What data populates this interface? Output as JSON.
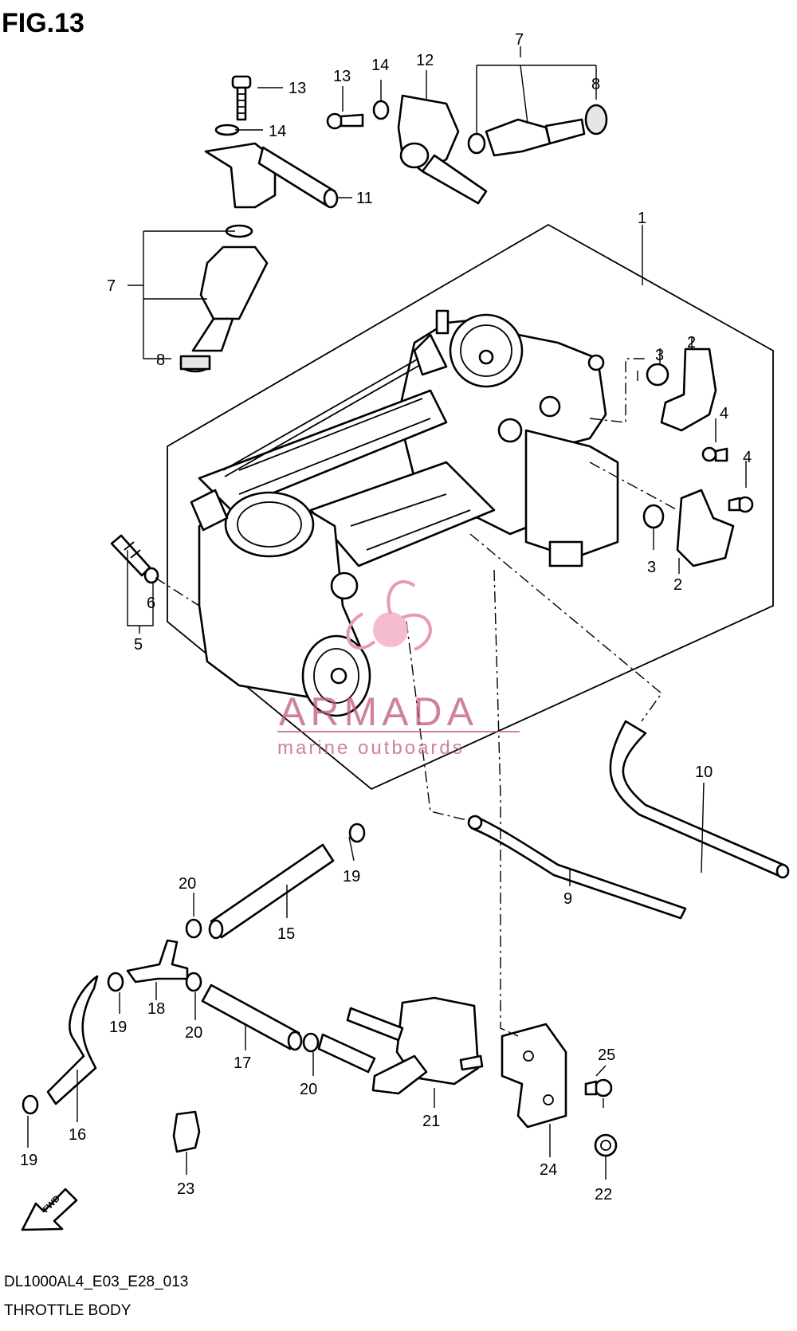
{
  "figure": {
    "title": "FIG.13"
  },
  "footer": {
    "code": "DL1000AL4_E03_E28_013",
    "name": "THROTTLE BODY"
  },
  "watermark": {
    "brand": "ARMADA",
    "tagline": "marine outboards",
    "color": "#c0587a"
  },
  "fwd_label": "FWD",
  "callouts": [
    {
      "id": "c1",
      "label": "1"
    },
    {
      "id": "c2a",
      "label": "2"
    },
    {
      "id": "c2b",
      "label": "2"
    },
    {
      "id": "c3a",
      "label": "3"
    },
    {
      "id": "c3b",
      "label": "3"
    },
    {
      "id": "c4a",
      "label": "4"
    },
    {
      "id": "c4b",
      "label": "4"
    },
    {
      "id": "c5",
      "label": "5"
    },
    {
      "id": "c6",
      "label": "6"
    },
    {
      "id": "c7a",
      "label": "7"
    },
    {
      "id": "c7b",
      "label": "7"
    },
    {
      "id": "c8a",
      "label": "8"
    },
    {
      "id": "c8b",
      "label": "8"
    },
    {
      "id": "c9",
      "label": "9"
    },
    {
      "id": "c10",
      "label": "10"
    },
    {
      "id": "c11",
      "label": "11"
    },
    {
      "id": "c12",
      "label": "12"
    },
    {
      "id": "c13a",
      "label": "13"
    },
    {
      "id": "c13b",
      "label": "13"
    },
    {
      "id": "c14a",
      "label": "14"
    },
    {
      "id": "c14b",
      "label": "14"
    },
    {
      "id": "c15",
      "label": "15"
    },
    {
      "id": "c16",
      "label": "16"
    },
    {
      "id": "c17",
      "label": "17"
    },
    {
      "id": "c18",
      "label": "18"
    },
    {
      "id": "c19a",
      "label": "19"
    },
    {
      "id": "c19b",
      "label": "19"
    },
    {
      "id": "c19c",
      "label": "19"
    },
    {
      "id": "c20a",
      "label": "20"
    },
    {
      "id": "c20b",
      "label": "20"
    },
    {
      "id": "c20c",
      "label": "20"
    },
    {
      "id": "c21",
      "label": "21"
    },
    {
      "id": "c22",
      "label": "22"
    },
    {
      "id": "c23",
      "label": "23"
    },
    {
      "id": "c24",
      "label": "24"
    },
    {
      "id": "c25",
      "label": "25"
    }
  ]
}
